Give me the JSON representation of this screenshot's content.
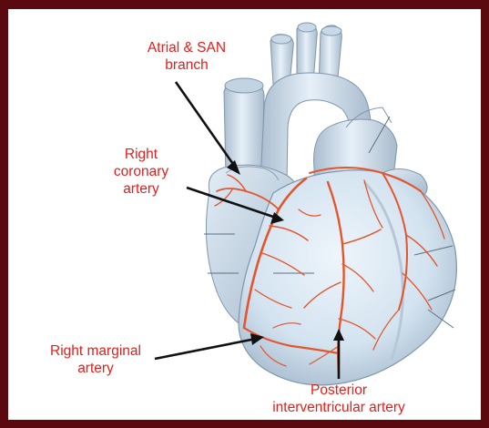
{
  "colors": {
    "border": "#5a0a0f",
    "background": "#ffffff",
    "label_text": "#e0201c",
    "leader_line": "#111111",
    "heart_fill": "#d6e6f2",
    "heart_shade": "#aebfd0",
    "heart_outline": "#7f96ab",
    "artery": "#e4552c"
  },
  "labels": {
    "atrial_san": [
      "Atrial & SAN",
      "branch"
    ],
    "right_coronary": [
      "Right",
      "coronary",
      "artery"
    ],
    "right_marginal": [
      "Right marginal",
      "artery"
    ],
    "posterior_iv": [
      "Posterior",
      "interventricular artery"
    ]
  }
}
